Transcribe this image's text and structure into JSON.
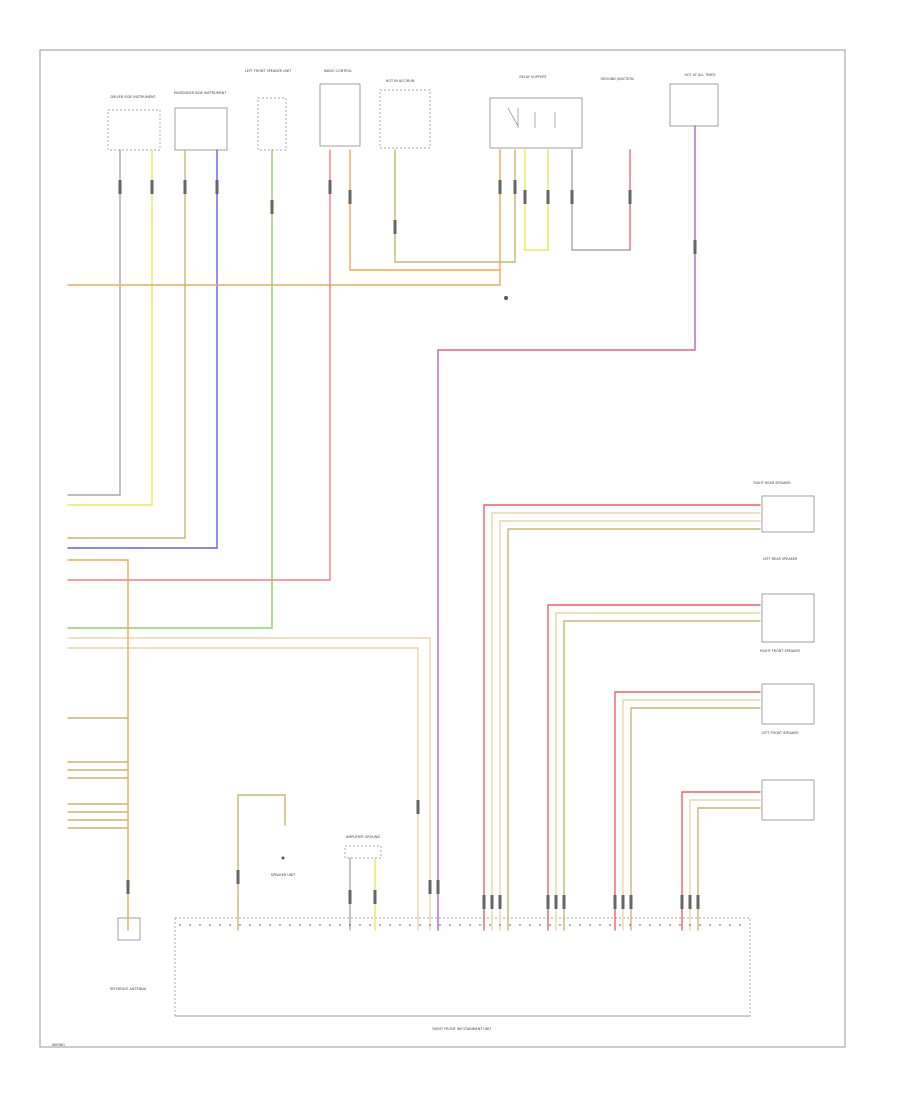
{
  "diagram": {
    "footer_code": "WIRING",
    "module_label": "RIGHT FRONT INFOTAINMENT UNIT",
    "colors": {
      "gray": "#a8a8a8",
      "yellow": "#e8e85a",
      "tan": "#c8b870",
      "blue": "#6060f0",
      "orange": "#f0a850",
      "pink": "#f08080",
      "green": "#90d060",
      "violet": "#b060d0",
      "cream": "#e8d8a8",
      "red": "#f06060"
    },
    "top_components": [
      {
        "label": "DRIVER SIDE INSTRUMENT"
      },
      {
        "label": "PASSENGER SIDE INSTRUMENT"
      },
      {
        "label": "LEFT FRONT SPEAKER UNIT"
      },
      {
        "label": "RADIO CONTROL"
      },
      {
        "label": "HOT IN ACC/RUN"
      },
      {
        "label": "RELAY SUPPORT"
      },
      {
        "label": "GROUND JUNCTION"
      },
      {
        "label": "HOT AT ALL TIMES"
      }
    ],
    "right_sensors": [
      {
        "label": "RIGHT REAR SPEAKER"
      },
      {
        "label": "LEFT REAR SPEAKER"
      },
      {
        "label": "RIGHT FRONT SPEAKER"
      },
      {
        "label": "LEFT FRONT SPEAKER"
      }
    ],
    "bottom_components": [
      {
        "label": "INTERFACE ANTENNA"
      },
      {
        "label": "SPEAKER UNIT"
      },
      {
        "label": "AMPLIFIER GROUND"
      }
    ]
  }
}
